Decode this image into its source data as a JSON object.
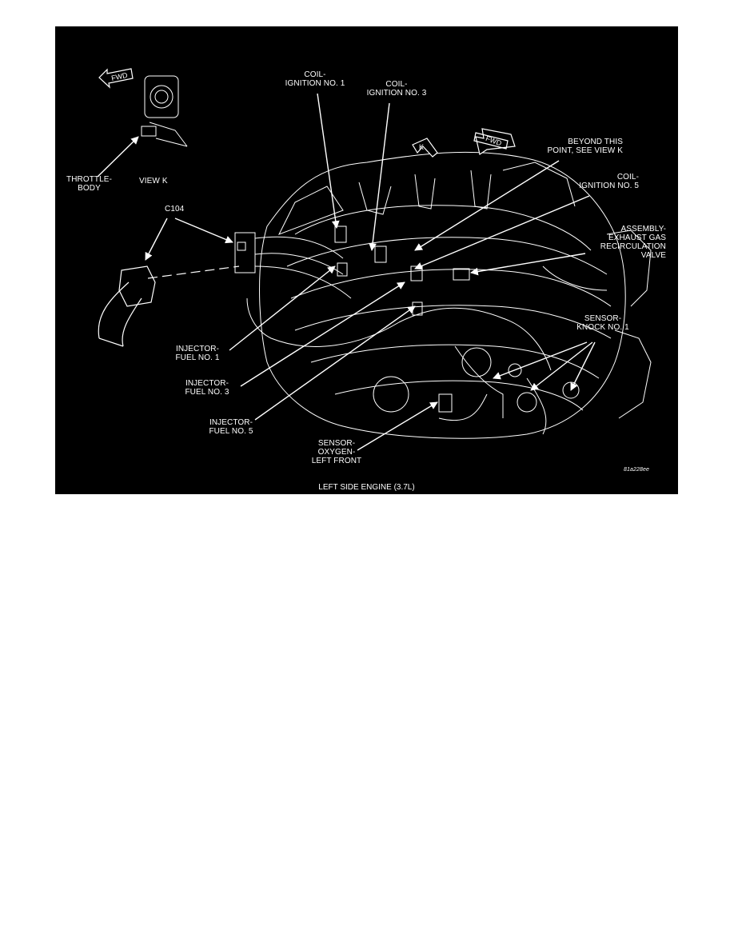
{
  "figure": {
    "caption": "LEFT SIDE ENGINE  (3.7L)",
    "figure_id": "81a228ee",
    "colors": {
      "background": "#000000",
      "line": "#ffffff"
    },
    "labels": {
      "coil_1": [
        "COIL-",
        "IGNITION NO. 1"
      ],
      "coil_3": [
        "COIL-",
        "IGNITION NO. 3"
      ],
      "beyond": [
        "BEYOND THIS",
        "POINT, SEE VIEW K"
      ],
      "coil_5": [
        "COIL-",
        "IGNITION NO. 5"
      ],
      "egr": [
        "ASSEMBLY-",
        "EXHAUST GAS",
        "RECIRCULATION",
        "VALVE"
      ],
      "throttle": [
        "THROTTLE-",
        "BODY"
      ],
      "view_k": "VIEW K",
      "c104": "C104",
      "knock": [
        "SENSOR-",
        "KNOCK NO. 1"
      ],
      "inj_1": [
        "INJECTOR-",
        "FUEL NO. 1"
      ],
      "inj_3": [
        "INJECTOR-",
        "FUEL NO. 3"
      ],
      "inj_5": [
        "INJECTOR-",
        "FUEL NO. 5"
      ],
      "oxygen": [
        "SENSOR-",
        "OXYGEN-",
        "LEFT FRONT"
      ]
    },
    "arrows": {
      "fwd_1": "FWD",
      "fwd_2": "FWD",
      "k": "K"
    }
  }
}
